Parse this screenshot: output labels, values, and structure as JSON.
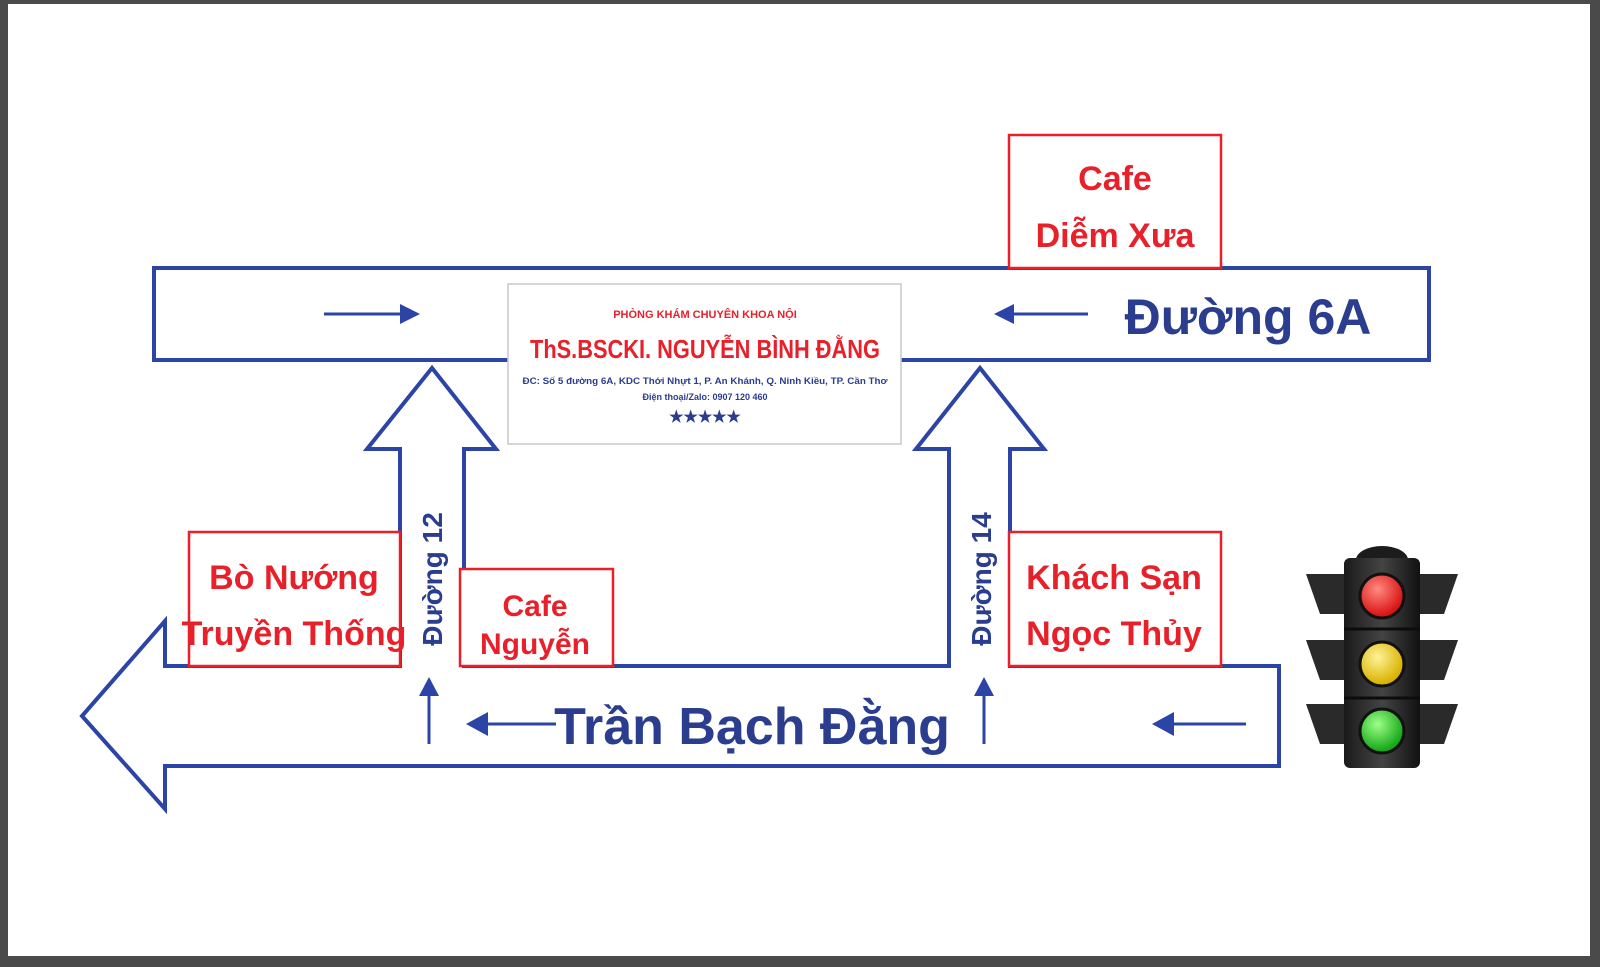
{
  "map": {
    "roads": {
      "top": "Đường 6A",
      "bottom": "Trần Bạch Đằng",
      "left_branch": "Đường 12",
      "right_branch": "Đường 14"
    },
    "landmarks": {
      "cafe_diem_xua": {
        "line1": "Cafe",
        "line2": "Diễm Xưa"
      },
      "bo_nuong": {
        "line1": "Bò Nướng",
        "line2": "Truyền Thống"
      },
      "cafe_nguyen": {
        "line1": "Cafe",
        "line2": "Nguyễn"
      },
      "khach_san": {
        "line1": "Khách Sạn",
        "line2": "Ngọc Thủy"
      }
    },
    "clinic": {
      "heading": "PHÒNG KHÁM CHUYÊN KHOA NỘI",
      "name": "ThS.BSCKI. NGUYỄN BÌNH ĐẰNG",
      "address": "ĐC: Số 5 đường 6A, KDC Thới Nhựt 1, P. An Khánh, Q. Ninh Kiều, TP. Cần Thơ",
      "phone": "Điện thoại/Zalo: 0907 120 460",
      "stars": "★★★★★"
    },
    "colors": {
      "road_outline": "#2b44a6",
      "road_label": "#2a3d8f",
      "landmark": "#e8202a",
      "light_red": "#e21b1b",
      "light_yellow": "#e8c21a",
      "light_green": "#1fb81f"
    },
    "icons": [
      "traffic-light-icon",
      "arrow-right-icon",
      "arrow-left-icon",
      "arrow-up-icon"
    ]
  }
}
